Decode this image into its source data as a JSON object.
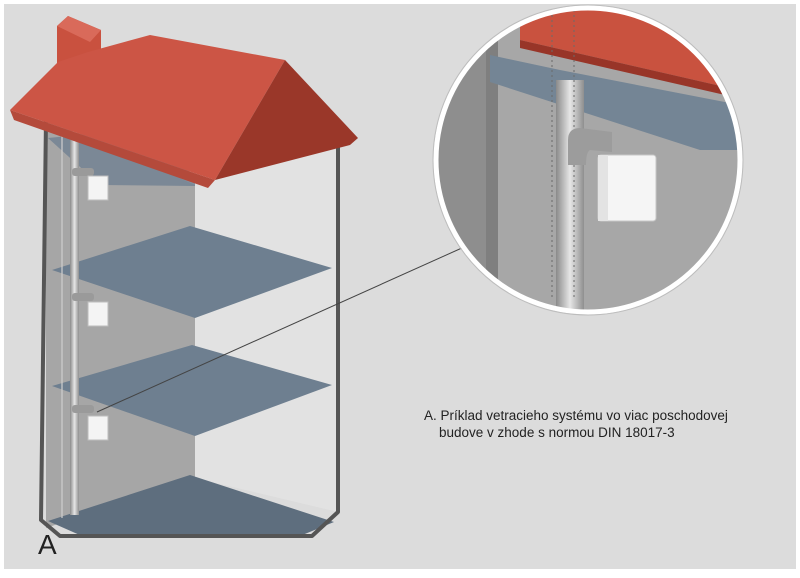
{
  "caption": {
    "line1": "A. Príklad vetracieho systému vo viac poschodovej",
    "line2": "budove v zhode s normou DIN 18017-3"
  },
  "figure_label": "A",
  "colors": {
    "background": "#dcdcdc",
    "roof": "#cd5444",
    "roof_dark": "#9c3a2e",
    "wall_outline": "#5a5a5a",
    "back_wall": "#a3a3a3",
    "side_wall": "#e0e0e0",
    "floor_slab": "#6e7f90",
    "duct": "#c8c8c8",
    "fan_unit": "#f4f4f4"
  }
}
